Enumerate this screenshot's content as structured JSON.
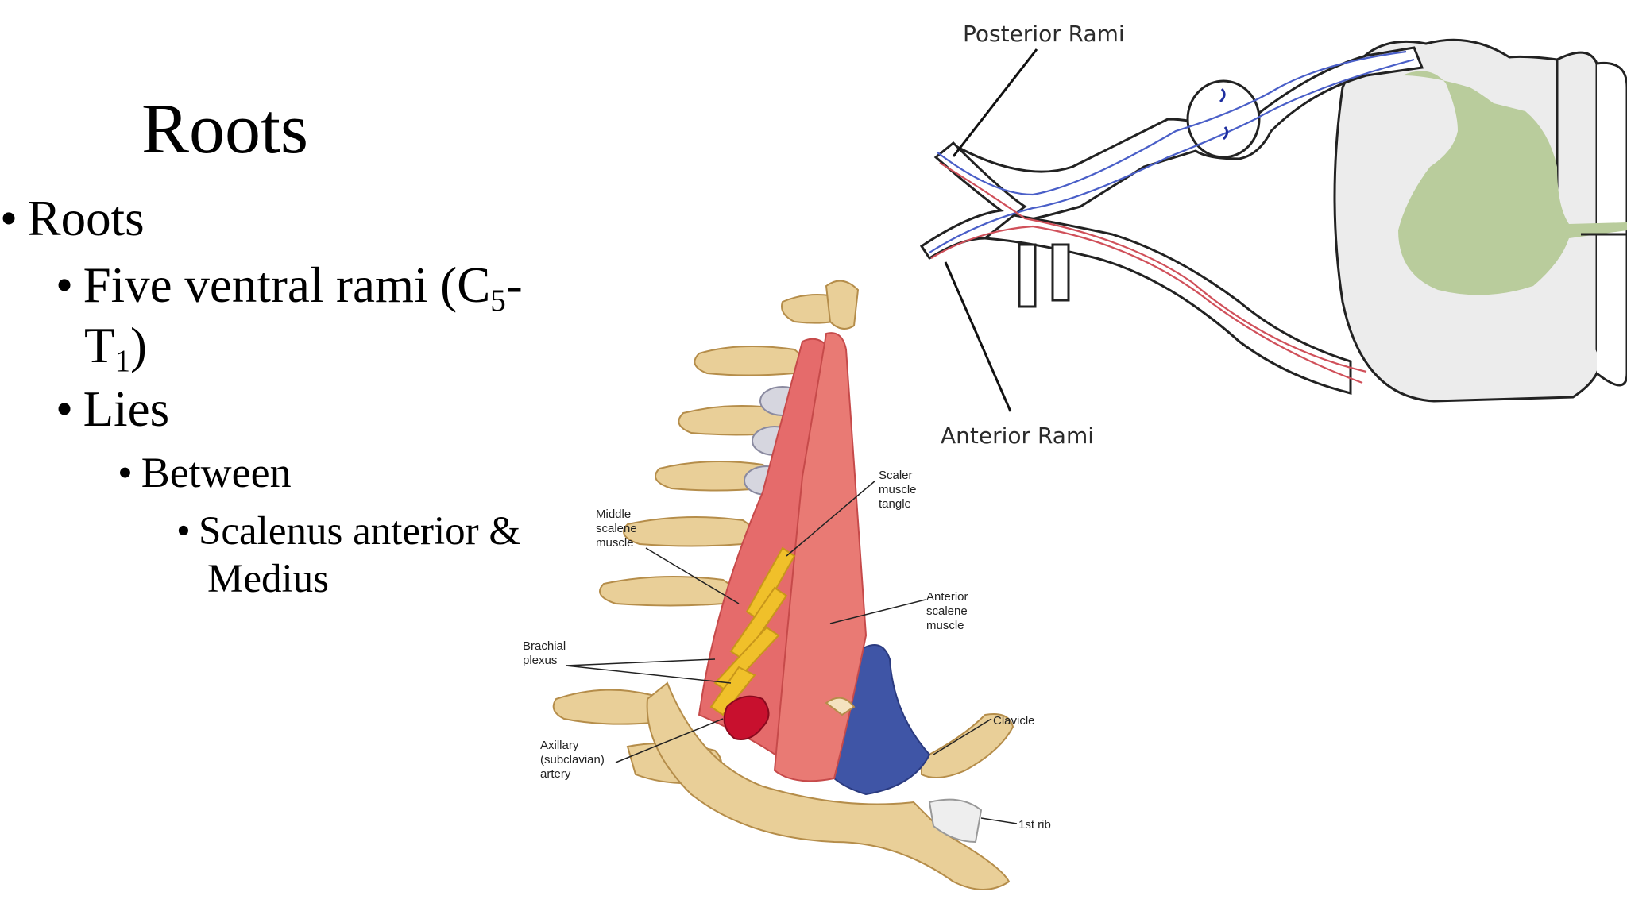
{
  "slide": {
    "title": "Roots",
    "bullets": {
      "l1": "Roots",
      "l2a_pre": "Five ventral rami (C",
      "l2a_sub": "5",
      "l2a_post": "-",
      "l2b_pre": "T",
      "l2b_sub": "1",
      "l2b_post": ")",
      "l3": "Lies",
      "l4": "Between",
      "l5a": "Scalenus anterior &",
      "l5b": "Medius"
    }
  },
  "nerve_diagram": {
    "posterior_label": "Posterior Rami",
    "anterior_label": "Anterior Rami",
    "colors": {
      "grey_matter": "#b9cc9c",
      "white_matter": "#ececec",
      "motor": "#d0505a",
      "sensory": "#4a5fc8"
    }
  },
  "anatomy_diagram": {
    "labels": {
      "scalene_triangle": [
        "Scaler",
        "muscle",
        "tangle"
      ],
      "middle_scalene": [
        "Middle",
        "scalene",
        "muscle"
      ],
      "anterior_scalene": [
        "Anterior",
        "scalene",
        "muscle"
      ],
      "brachial_plexus": [
        "Brachial",
        "plexus"
      ],
      "clavicle": "Clavicle",
      "axillary_artery": [
        "Axillary",
        "(subclavian)",
        "artery"
      ],
      "first_rib": "1st rib"
    },
    "colors": {
      "bone": "#e9cf98",
      "muscle": "#e56b6b",
      "nerve": "#f0c02a",
      "artery": "#c8102e",
      "vein": "#3f55a6"
    }
  }
}
